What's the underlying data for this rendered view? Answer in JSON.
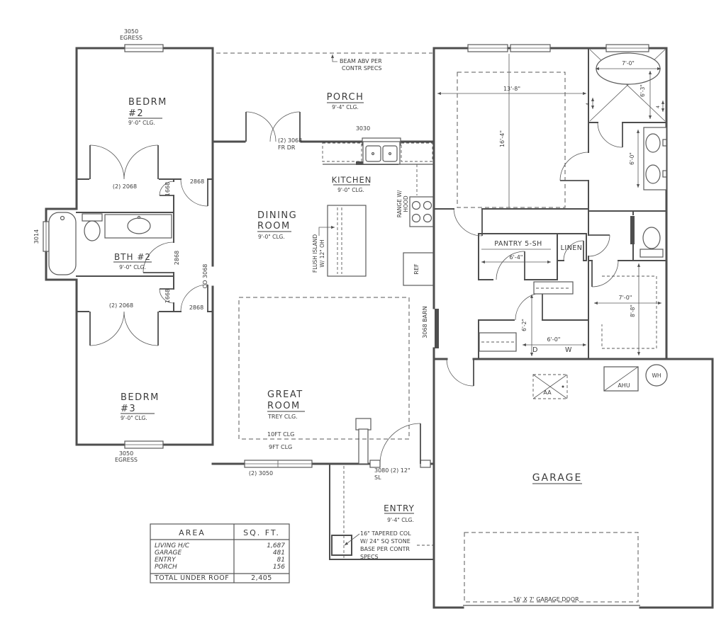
{
  "colors": {
    "background": "#ffffff",
    "line": "#4e4e4e",
    "text": "#3c3c3c"
  },
  "labels": {
    "win_egress_t1": "3050",
    "win_egress_t2": "EGRESS",
    "win_egress_b1": "3050",
    "win_egress_b2": "EGRESS",
    "win_3014": "3014",
    "win_3030": "3030",
    "win_great": "(2) 3050",
    "bedrm2_name": "BEDRM",
    "bedrm2_num": "#2",
    "bedrm2_clg": "9'-0\" CLG.",
    "bedrm3_name": "BEDRM",
    "bedrm3_num": "#3",
    "bedrm3_clg": "9'-0\" CLG.",
    "bth2_name": "BTH #2",
    "bth2_clg": "9'-0\" CLG.",
    "porch_name": "PORCH",
    "porch_clg": "9'-4\" CLG.",
    "kitchen_name": "KITCHEN",
    "kitchen_clg": "9'-0\" CLG.",
    "dining_1": "DINING",
    "dining_2": "ROOM",
    "dining_clg": "9'-0\" CLG.",
    "great_1": "GREAT",
    "great_2": "ROOM",
    "great_clg": "TREY CLG.",
    "great_10ft": "10FT CLG",
    "great_9ft": "9FT CLG",
    "entry_name": "ENTRY",
    "entry_clg": "9'-4\" CLG.",
    "garage_name": "GARAGE",
    "pantry_name": "PANTRY 5-SH",
    "pantry_dim": "6'-4\"",
    "linen_name": "LINEN",
    "laundry_d": "D",
    "laundry_w": "W",
    "laundry_dim": "6'-0\"",
    "laundry_dim2": "6'-2\"",
    "beam_1": "BEAM ABV PER",
    "beam_2": "CONTR SPECS",
    "col_1": "16\" TAPERED COL",
    "col_2": "W/ 24\" SQ STONE",
    "col_3": "BASE PER CONTR",
    "col_4": "SPECS",
    "island_note1": "FLUSH ISLAND",
    "island_note2": "W/ 12\" OH",
    "range_note1": "RANGE W/",
    "range_note2": "HOOD",
    "ref": "REF",
    "barn": "3068 BARN",
    "frdr_1": "(2) 3068",
    "frdr_2": "FR DR",
    "closet2_doors": "(2) 2068",
    "closet3_doors": "(2) 2068",
    "door_1668_a": "1668",
    "door_1668_b": "1668",
    "door_2868_a": "2868",
    "door_2868_b": "2868",
    "door_2868_c": "2868",
    "co_3068": "CO 3068",
    "entry_door_1": "3080 (2) 12\"",
    "entry_door_2": "SL",
    "garage_door": "16' X 7' GARAGE DOOR",
    "aa": "AA",
    "ahu": "AHU",
    "wh": "WH",
    "dim_master_w": "13'-8\"",
    "dim_master_h": "16'-4\"",
    "dim_tub": "7'-0\"",
    "dim_shower": "6'-3\"",
    "dim_vanity": "6'-0\"",
    "dim_closet_w": "7'-0\"",
    "dim_closet_h": "8'-8\"",
    "dim_niche_l": "4",
    "dim_niche_r": "4"
  },
  "table": {
    "col1": "AREA",
    "col2": "SQ. FT.",
    "rows": [
      {
        "name": "LIVING H/C",
        "sqft": "1,687"
      },
      {
        "name": "GARAGE",
        "sqft": "481"
      },
      {
        "name": "ENTRY",
        "sqft": "81"
      },
      {
        "name": "PORCH",
        "sqft": "156"
      }
    ],
    "total_label": "TOTAL UNDER ROOF",
    "total_value": "2,405"
  }
}
